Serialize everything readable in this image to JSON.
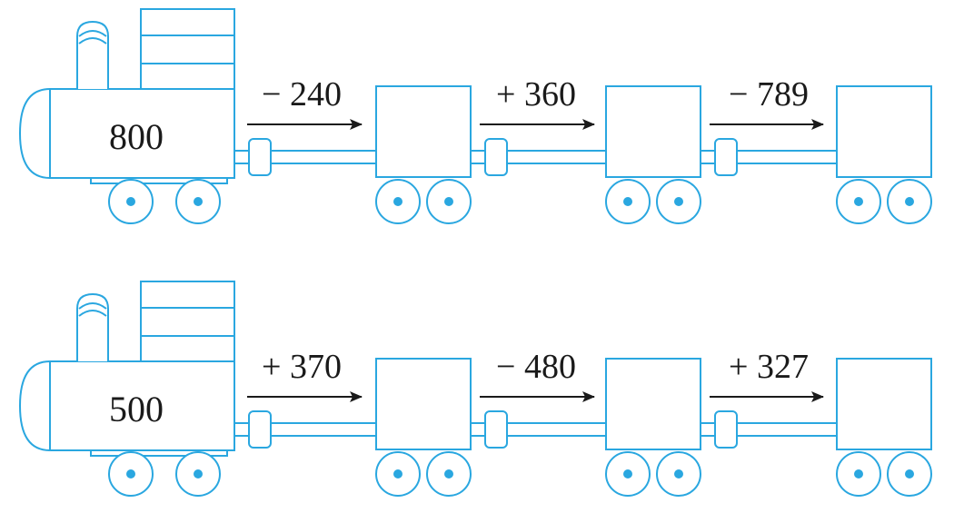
{
  "colors": {
    "outline": "#2aa7e0",
    "wheel_hub": "#2aa7e0",
    "ink": "#1a1a1a",
    "background": "#ffffff"
  },
  "trains": [
    {
      "start_value": "800",
      "operations": [
        "− 240",
        "+ 360",
        "− 789"
      ],
      "answers": [
        "",
        "",
        ""
      ]
    },
    {
      "start_value": "500",
      "operations": [
        "+ 370",
        "− 480",
        "+ 327"
      ],
      "answers": [
        "",
        "",
        ""
      ]
    }
  ]
}
